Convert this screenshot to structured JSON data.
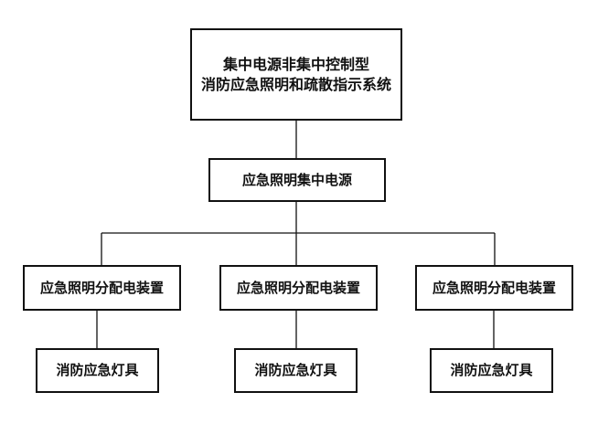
{
  "diagram": {
    "top": {
      "line1": "集中电源非集中控制型",
      "line2": "消防应急照明和疏散指示系统"
    },
    "source": "应急照明集中电源",
    "branches": [
      {
        "distribution": "应急照明分配电装置",
        "lamp": "消防应急灯具"
      },
      {
        "distribution": "应急照明分配电装置",
        "lamp": "消防应急灯具"
      },
      {
        "distribution": "应急照明分配电装置",
        "lamp": "消防应急灯具"
      }
    ]
  }
}
